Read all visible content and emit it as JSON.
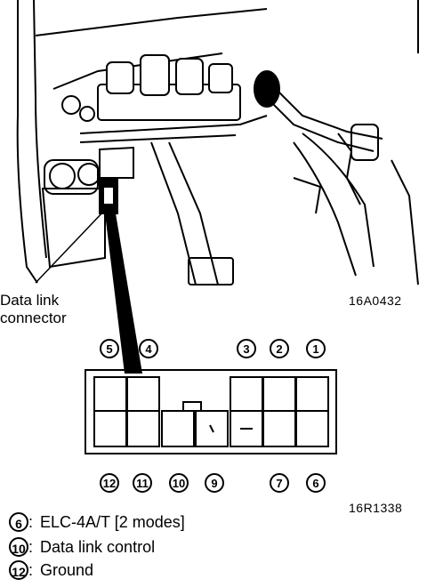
{
  "callout_label_line1": "Data link",
  "callout_label_line2": "connector",
  "figure_code_top": "16A0432",
  "figure_code_bottom": "16R1338",
  "top_pins": [
    "5",
    "4",
    "3",
    "2",
    "1"
  ],
  "bottom_pins": [
    "12",
    "11",
    "10",
    "9",
    "7",
    "6"
  ],
  "legend": [
    {
      "num": "6",
      "text": "ELC-4A/T  [2  modes]"
    },
    {
      "num": "10",
      "text": "Data link control"
    },
    {
      "num": "12",
      "text": "Ground"
    }
  ]
}
